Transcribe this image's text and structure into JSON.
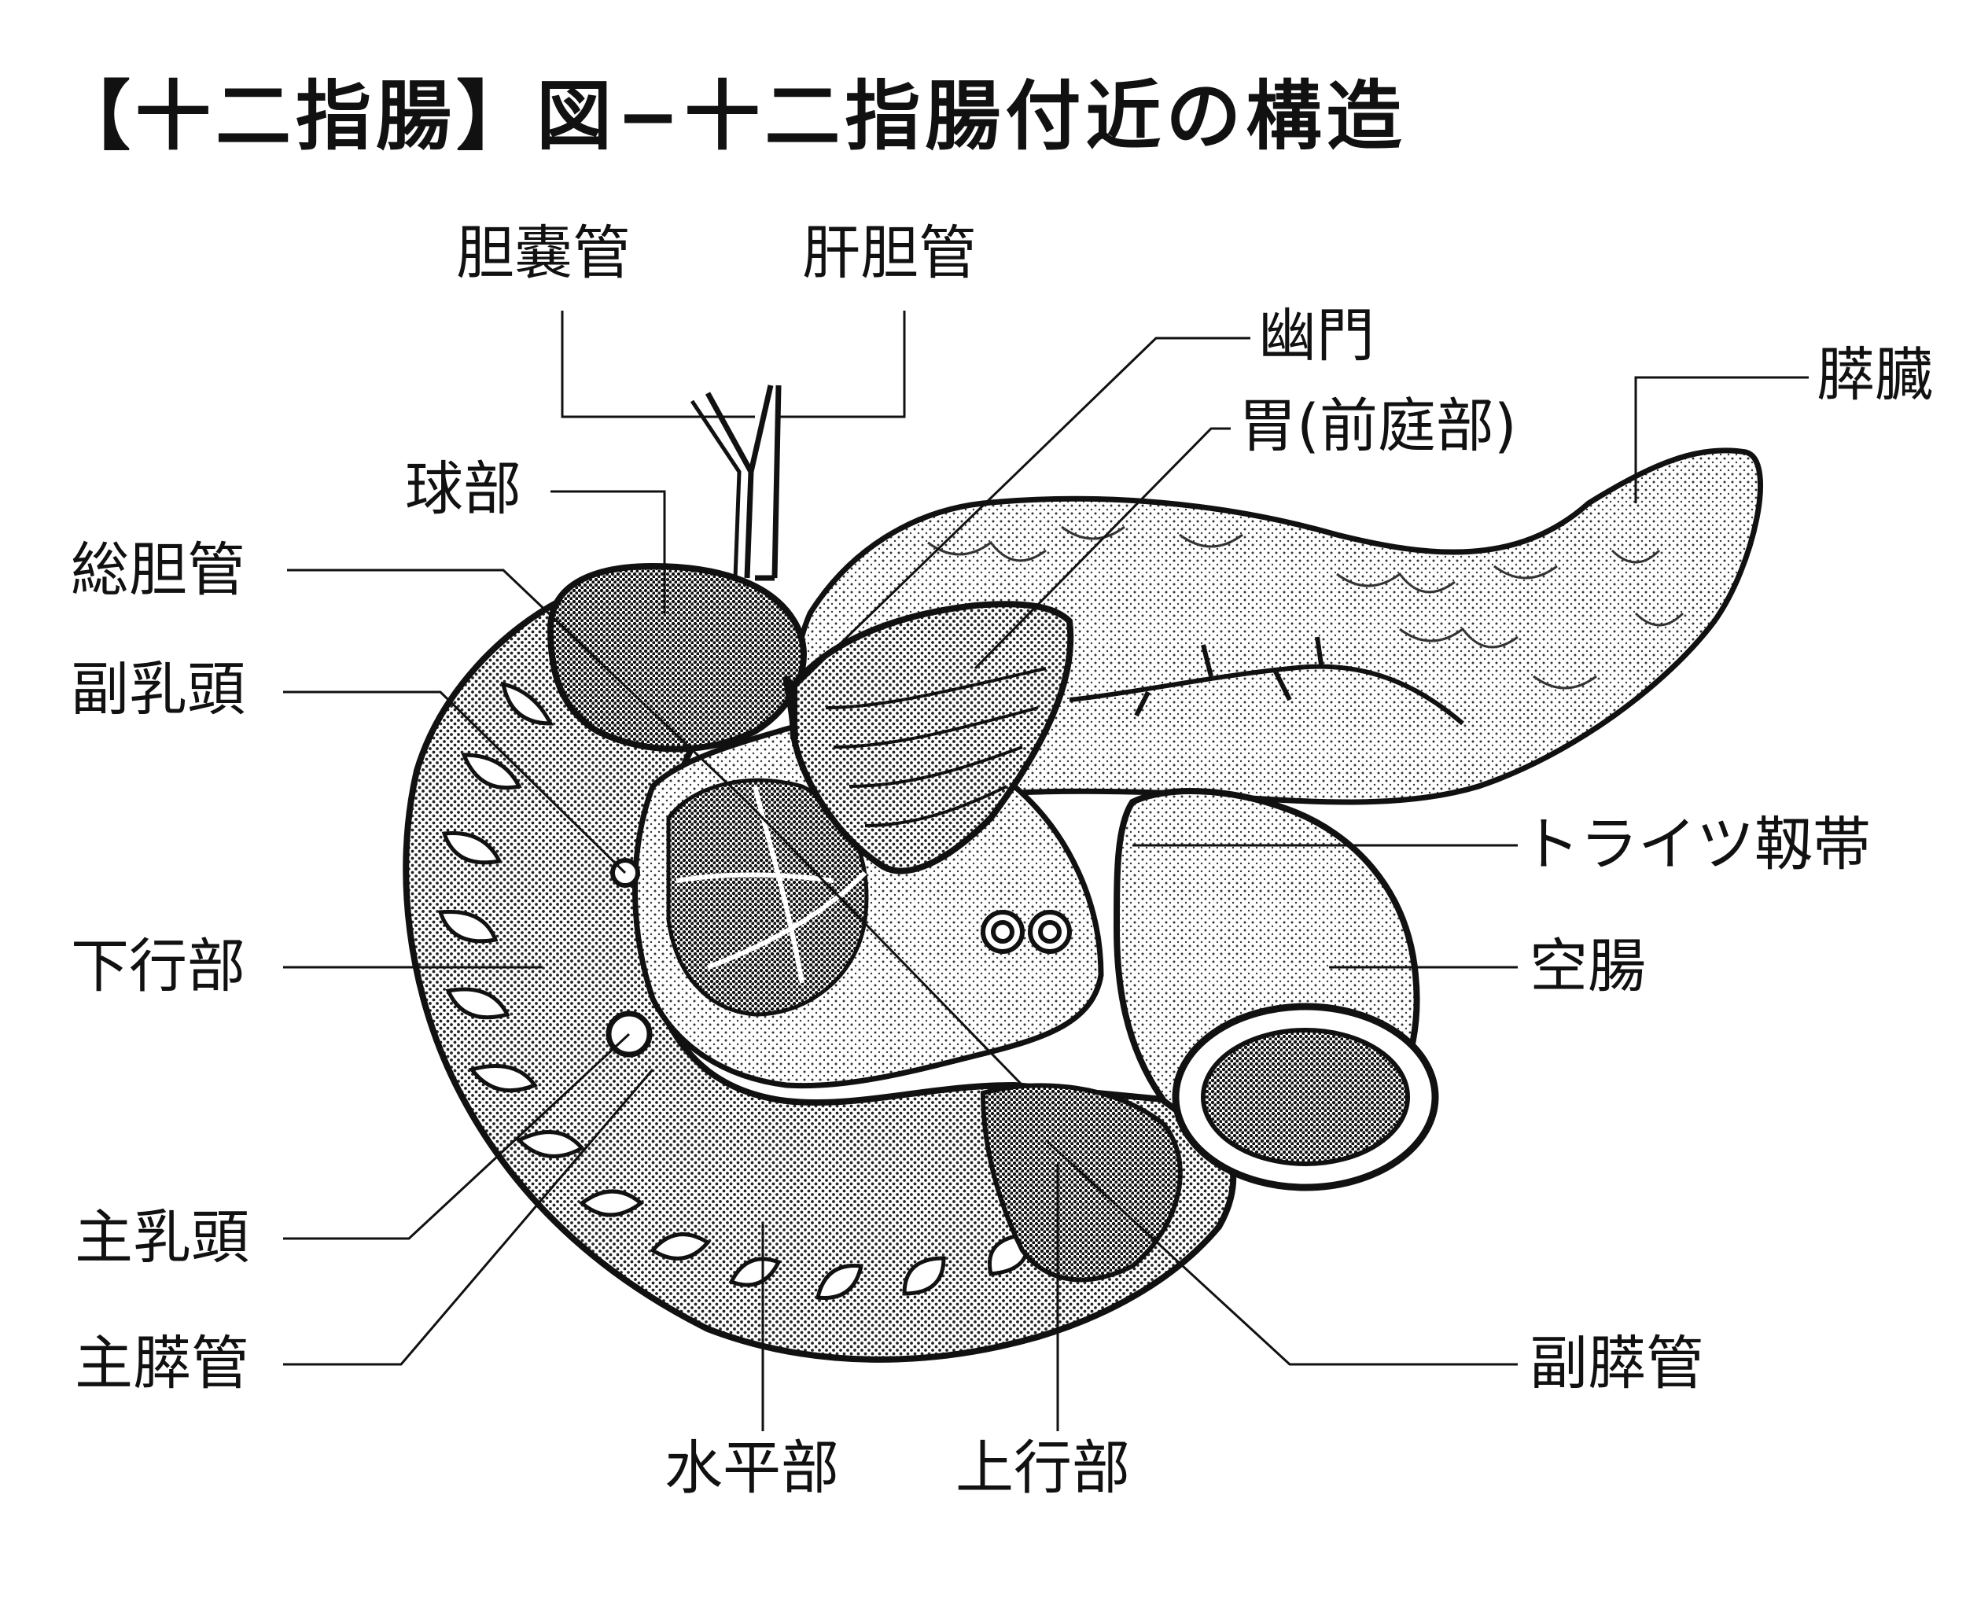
{
  "title": "【十二指腸】図−十二指腸付近の構造",
  "labels": {
    "gallbladder_duct": "胆嚢管",
    "hepatic_duct": "肝胆管",
    "pylorus": "幽門",
    "stomach_antrum": "胃(前庭部)",
    "pancreas": "膵臓",
    "bulb": "球部",
    "common_bile_duct": "総胆管",
    "minor_papilla": "副乳頭",
    "descending_part": "下行部",
    "major_papilla": "主乳頭",
    "main_pancreatic_duct": "主膵管",
    "horizontal_part": "水平部",
    "ascending_part": "上行部",
    "treitz_ligament": "トライツ靱帯",
    "jejunum": "空腸",
    "accessory_pancreatic_duct": "副膵管"
  }
}
